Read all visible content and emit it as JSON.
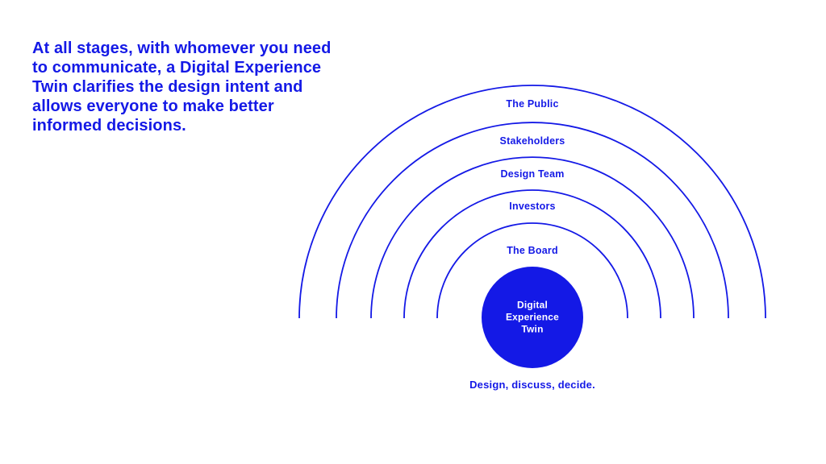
{
  "colors": {
    "accent_blue": "#1419e6",
    "text_on_accent": "#ffffff",
    "background": "#ffffff"
  },
  "intro": {
    "text": "At all stages, with whomever you need\nto communicate, a Digital Experience\nTwin clarifies the design intent and\nallows everyone to make better\ninformed decisions."
  },
  "diagram": {
    "rings": [
      {
        "label": "The Public"
      },
      {
        "label": "Stakeholders"
      },
      {
        "label": "Design Team"
      },
      {
        "label": "Investors"
      },
      {
        "label": "The Board"
      }
    ],
    "center": {
      "label": "Digital\nExperience\nTwin"
    },
    "caption": "Design, discuss, decide."
  }
}
